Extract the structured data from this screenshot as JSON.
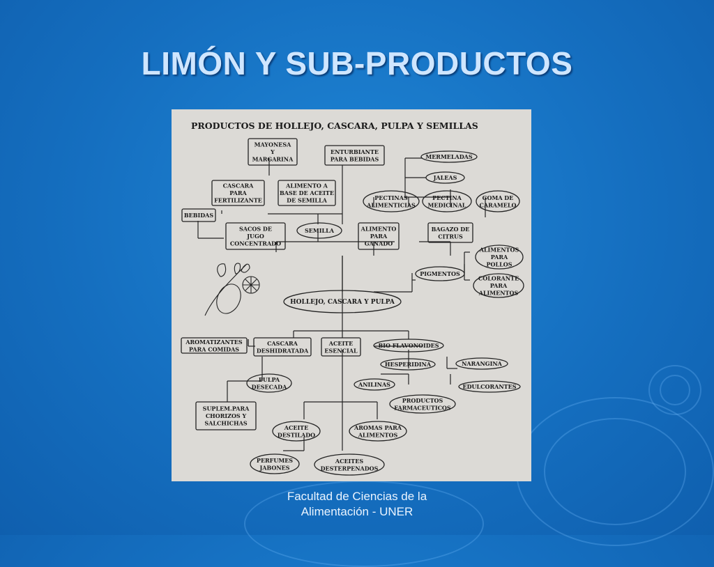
{
  "slide": {
    "title": "LIMÓN Y SUB-PRODUCTOS",
    "footer_line1": "Facultad de Ciencias de la",
    "footer_line2": "Alimentación - UNER"
  },
  "diagram": {
    "heading": "PRODUCTOS DE HOLLEJO, CASCARA, PULPA Y SEMILLAS",
    "center": "HOLLEJO, CASCARA Y PULPA",
    "nodes": {
      "mayonesa": [
        "MAYONESA",
        "Y",
        "MARGARINA"
      ],
      "enturbiante": [
        "ENTURBIANTE",
        "PARA BEBIDAS"
      ],
      "mermeladas": [
        "MERMELADAS"
      ],
      "jaleas": [
        "JALEAS"
      ],
      "cascara_fert": [
        "CASCARA",
        "PARA",
        "FERTILIZANTE"
      ],
      "alimento_aceite": [
        "ALIMENTO A",
        "BASE DE ACEITE",
        "DE SEMILLA"
      ],
      "pectinas": [
        "PECTINAS",
        "ALIMENTICIAS"
      ],
      "pectina_med": [
        "PECTINA",
        "MEDICINAL"
      ],
      "goma": [
        "GOMA DE",
        "CARAMELO"
      ],
      "bebidas": [
        "BEBIDAS"
      ],
      "sacos": [
        "SACOS DE",
        "JUGO",
        "CONCENTRADO"
      ],
      "semilla": [
        "SEMILLA"
      ],
      "alimento_ganado": [
        "ALIMENTO",
        "PARA",
        "GANADO"
      ],
      "bagazo": [
        "BAGAZO DE",
        "CITRUS"
      ],
      "pigmentos": [
        "PIGMENTOS"
      ],
      "alimentos_pollos": [
        "ALIMENTOS",
        "PARA",
        "POLLOS"
      ],
      "colorante": [
        "COLORANTE",
        "PARA",
        "ALIMENTOS"
      ],
      "aromatizantes": [
        "AROMATIZANTES",
        "PARA COMIDAS"
      ],
      "cascara_desh": [
        "CASCARA",
        "DESHIDRATADA"
      ],
      "aceite_esencial": [
        "ACEITE",
        "ESENCIAL"
      ],
      "bioflavonoides": [
        "BIO FLAVONOIDES"
      ],
      "hesperidina": [
        "HESPERIDINA"
      ],
      "narangina": [
        "NARANGINA"
      ],
      "pulpa_desecada": [
        "PULPA",
        "DESECADA"
      ],
      "anilinas": [
        "ANILINAS"
      ],
      "edulcorantes": [
        "EDULCORANTES"
      ],
      "productos_farm": [
        "PRODUCTOS",
        "FARMACEUTICOS"
      ],
      "suplem": [
        "SUPLEM.PARA",
        "CHORIZOS Y",
        "SALCHICHAS"
      ],
      "aceite_destilado": [
        "ACEITE",
        "DESTILADO"
      ],
      "aromas": [
        "AROMAS PARA",
        "ALIMENTOS"
      ],
      "perfumes": [
        "PERFUMES",
        "JABONES"
      ],
      "aceites_desterp": [
        "ACEITES",
        "DESTERPENADOS"
      ]
    }
  }
}
